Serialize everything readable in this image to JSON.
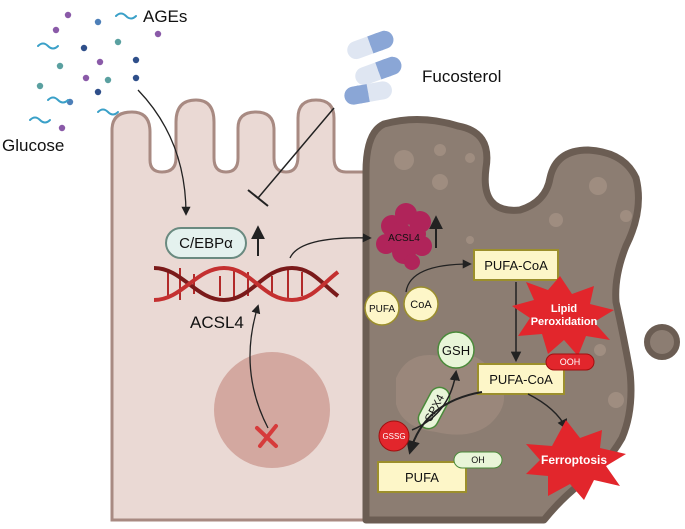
{
  "labels": {
    "ages": "AGEs",
    "glucose": "Glucose",
    "fucosterol": "Fucosterol",
    "cebpa": "C/EBPα",
    "acsl4_gene": "ACSL4",
    "acsl4_protein": "ACSL4",
    "pufa_coa_top": "PUFA-CoA",
    "pufa_small": "PUFA",
    "coa": "CoA",
    "lipid_peroxidation_1": "Lipid",
    "lipid_peroxidation_2": "Peroxidation",
    "gsh": "GSH",
    "ooh": "OOH",
    "pufa_coa_bottom": "PUFA-CoA",
    "gpx4": "GPX4",
    "gssg": "GSSG",
    "oh": "OH",
    "pufa_bottom": "PUFA",
    "ferroptosis": "Ferroptosis"
  },
  "colors": {
    "normal_cell": "#ead9d4",
    "normal_cell_border": "#a88a82",
    "ferroptotic_cell": "#8c7d72",
    "ferroptotic_cell_border": "#6b5d53",
    "dna_strand": "#b22a2a",
    "acsl4_protein": "#b0245a",
    "burst_red": "#e2262c",
    "box_fill": "#fdf6c8",
    "box_border": "#9c8f2c",
    "green_fill": "#e8f5d8",
    "green_border": "#4a8a3a"
  }
}
